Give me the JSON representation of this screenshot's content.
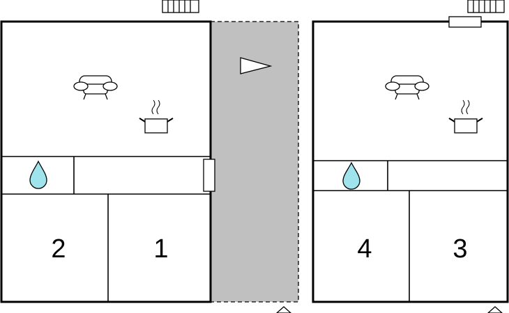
{
  "rooms": [
    {
      "number": "2"
    },
    {
      "number": "1"
    },
    {
      "number": "4"
    },
    {
      "number": "3"
    }
  ],
  "colors": {
    "corridor": "#c0c0c0",
    "water": "#9fe3ec",
    "wall": "#000000"
  },
  "icons": {
    "sofa": "sofa-icon",
    "pot": "cooking-pot-icon",
    "water": "water-drop-icon",
    "radiator": "radiator-icon",
    "compass": "direction-arrow-icon",
    "marker": "triangle-marker-icon"
  }
}
